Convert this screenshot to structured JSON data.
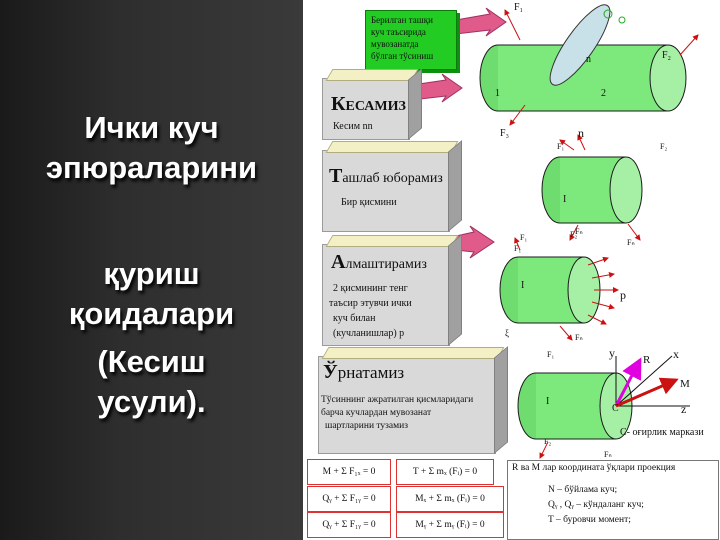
{
  "left_title": {
    "line1": "Ички куч",
    "line2": "эпюраларини",
    "line3": "қуриш",
    "line4": "қоидалари",
    "line5": "(Кесиш",
    "line6": "усули)."
  },
  "green_box": {
    "line1": "Берилган ташқи",
    "line2": "куч таъсирида",
    "line3": "мувозанатда",
    "line4": "бўлган тўсиниш"
  },
  "step1": {
    "cap": "К",
    "rest": "ЕСАМИЗ",
    "sub": "Кесим nn"
  },
  "step2": {
    "cap": "Т",
    "rest": "ашлаб юборамиз",
    "sub": "Бир қисмини"
  },
  "step3": {
    "cap": "А",
    "rest": "лмаштирамиз",
    "sub1": "2 қисмининг тенг",
    "sub2": "таъсир этувчи  ички",
    "sub3": "куч билан",
    "sub4": "(кучланишлар) p"
  },
  "step4": {
    "cap": "Ў",
    "rest": "рнатамиз",
    "sub1": "Тўсиннинг ажратилган қисмларидаги",
    "sub2": "барча кучлардан мувозанат",
    "sub3": "шартларини тузамиз"
  },
  "formulas": {
    "f1": "M + Σ F₁ₓ = 0",
    "f2": "T + Σ mₓ (Fᵢ) = 0",
    "f3": "Qᵧ + Σ F₁ᵧ = 0",
    "f4": "Mₓ + Σ mₓ (Fᵢ) = 0",
    "f5": "Qᵧ + Σ F₁ᵧ = 0",
    "f6": "Mᵧ + Σ mᵧ (Fᵢ) = 0"
  },
  "legend": {
    "line1": "R ва M лар координата ўқлари проекция",
    "line2": "N – бўйлама куч;",
    "line3": "Qᵧ , Qᵧ – кўндаланг куч;",
    "line4": "T – буровчи момент;"
  },
  "figure_labels": {
    "n_top": "n",
    "one_a": "1",
    "two": "2",
    "f_a": "F₁",
    "f_b": "F₂",
    "f_c": "F₃",
    "n_mid": "n",
    "f_mid1": "F₁",
    "f_mid2": "F₂",
    "f_mid3": "Fₙ",
    "one_b": "I",
    "f_mid4": "F₁",
    "f_mid5": "F₂",
    "f_mid6": "Fₙ",
    "one_c": "I",
    "p_label": "p",
    "f_low1": "F₁",
    "f_low2": "Fₙ",
    "f_low3": "ξ",
    "y_label": "y",
    "r_label": "R",
    "x_label": "x",
    "m_label": "M",
    "z_label": "z",
    "c_label": "C",
    "c_caption": "C- оғирлик маркази",
    "one_d": "I",
    "f_bot1": "F₁",
    "f_bot2": "F₂",
    "f_bot3": "Fₙ"
  },
  "colors": {
    "left_bg": "#2e2e2e",
    "green": "#22cc22",
    "cylinder": "#7de97d",
    "arrow_pink": "#e05a8a",
    "force_arrow": "#cc1111",
    "r_arrow": "#e000e0"
  }
}
